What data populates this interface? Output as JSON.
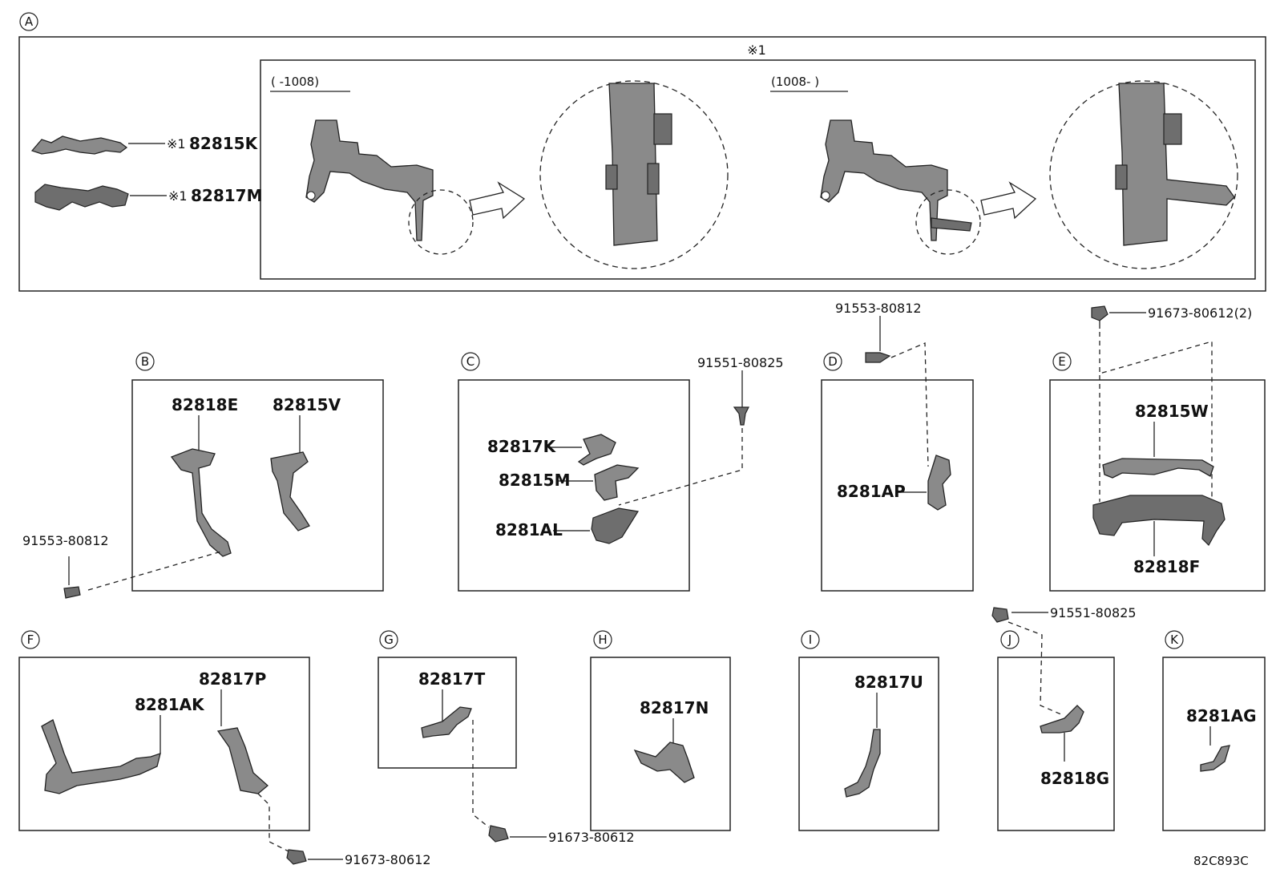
{
  "sections": {
    "A": {
      "letter": "A",
      "note_marker": "※1",
      "range_before": "(      -1008)",
      "range_after": "(1008-      )",
      "parts": [
        {
          "marker": "※1",
          "code": "82815K"
        },
        {
          "marker": "※1",
          "code": "82817M"
        }
      ]
    },
    "B": {
      "letter": "B",
      "parts": [
        "82818E",
        "82815V"
      ],
      "bolt": "91553-80812"
    },
    "C": {
      "letter": "C",
      "parts": [
        "82817K",
        "82815M",
        "8281AL"
      ],
      "bolt": "91551-80825"
    },
    "D": {
      "letter": "D",
      "parts": [
        "8281AP"
      ],
      "bolt": "91553-80812"
    },
    "E": {
      "letter": "E",
      "parts": [
        "82815W",
        "82818F"
      ],
      "bolt": "91673-80612(2)"
    },
    "F": {
      "letter": "F",
      "parts": [
        "8281AK",
        "82817P"
      ],
      "bolt": "91673-80612"
    },
    "G": {
      "letter": "G",
      "parts": [
        "82817T"
      ],
      "bolt": "91673-80612"
    },
    "H": {
      "letter": "H",
      "parts": [
        "82817N"
      ]
    },
    "I": {
      "letter": "I",
      "parts": [
        "82817U"
      ]
    },
    "J": {
      "letter": "J",
      "parts": [
        "82818G"
      ],
      "bolt": "91551-80825"
    },
    "K": {
      "letter": "K",
      "parts": [
        "8281AG"
      ]
    }
  },
  "figure_code": "82C893C"
}
